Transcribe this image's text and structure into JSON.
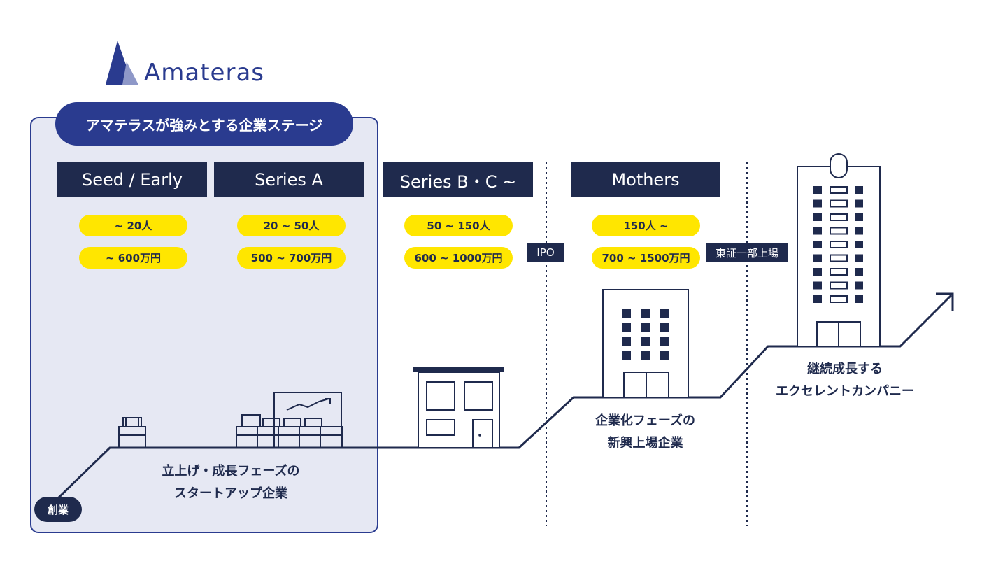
{
  "logo": {
    "text": "Amateras"
  },
  "focus": {
    "title": "アマテラスが強みとする企業ステージ"
  },
  "stages": [
    {
      "label": "Seed / Early",
      "people": "~ 20人",
      "salary": "~ 600万円"
    },
    {
      "label": "Series A",
      "people": "20 ~ 50人",
      "salary": "500 ~ 700万円"
    },
    {
      "label": "Series B・C ~",
      "people": "50 ~ 150人",
      "salary": "600 ~ 1000万円"
    },
    {
      "label": "Mothers",
      "people": "150人 ~",
      "salary": "700 ~ 1500万円"
    }
  ],
  "milestones": {
    "ipo": "IPO",
    "first_section": "東証一部上場",
    "founding": "創業"
  },
  "captions": {
    "startup_line1": "立上げ・成長フェーズの",
    "startup_line2": "スタートアップ企業",
    "listed_line1": "企業化フェーズの",
    "listed_line2": "新興上場企業",
    "excellent_line1": "継続成長する",
    "excellent_line2": "エクセレントカンパニー"
  },
  "colors": {
    "navy": "#1f2a4d",
    "brand": "#2a3b8f",
    "highlight": "#ffe600",
    "panel": "#e6e8f3"
  }
}
